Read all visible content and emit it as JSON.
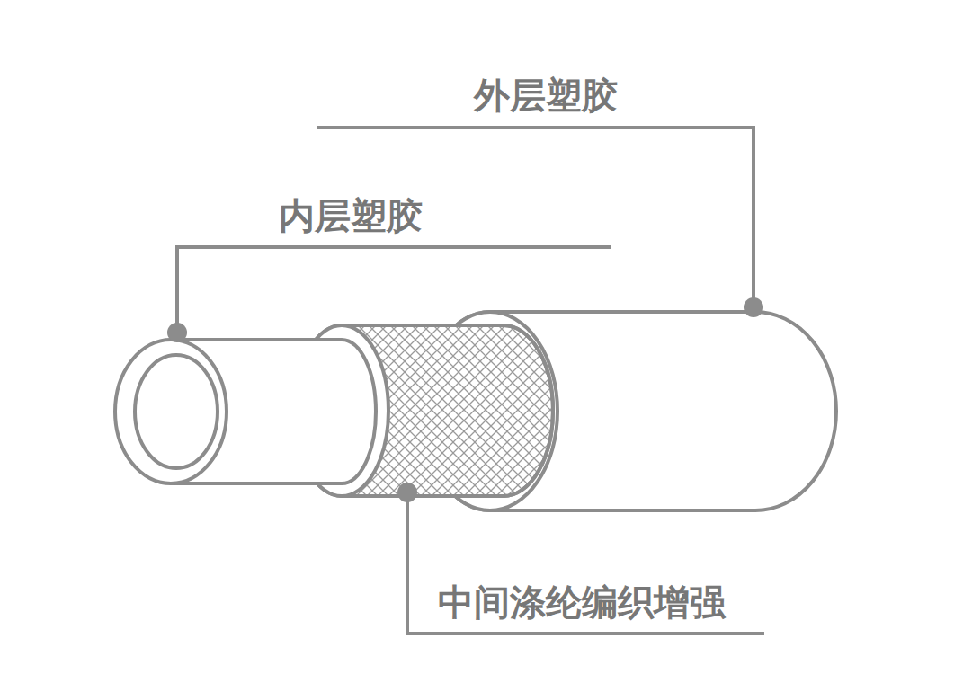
{
  "diagram": {
    "labels": [
      "外层塑胶",
      "内层塑胶",
      "中间涤纶编织增强"
    ]
  }
}
